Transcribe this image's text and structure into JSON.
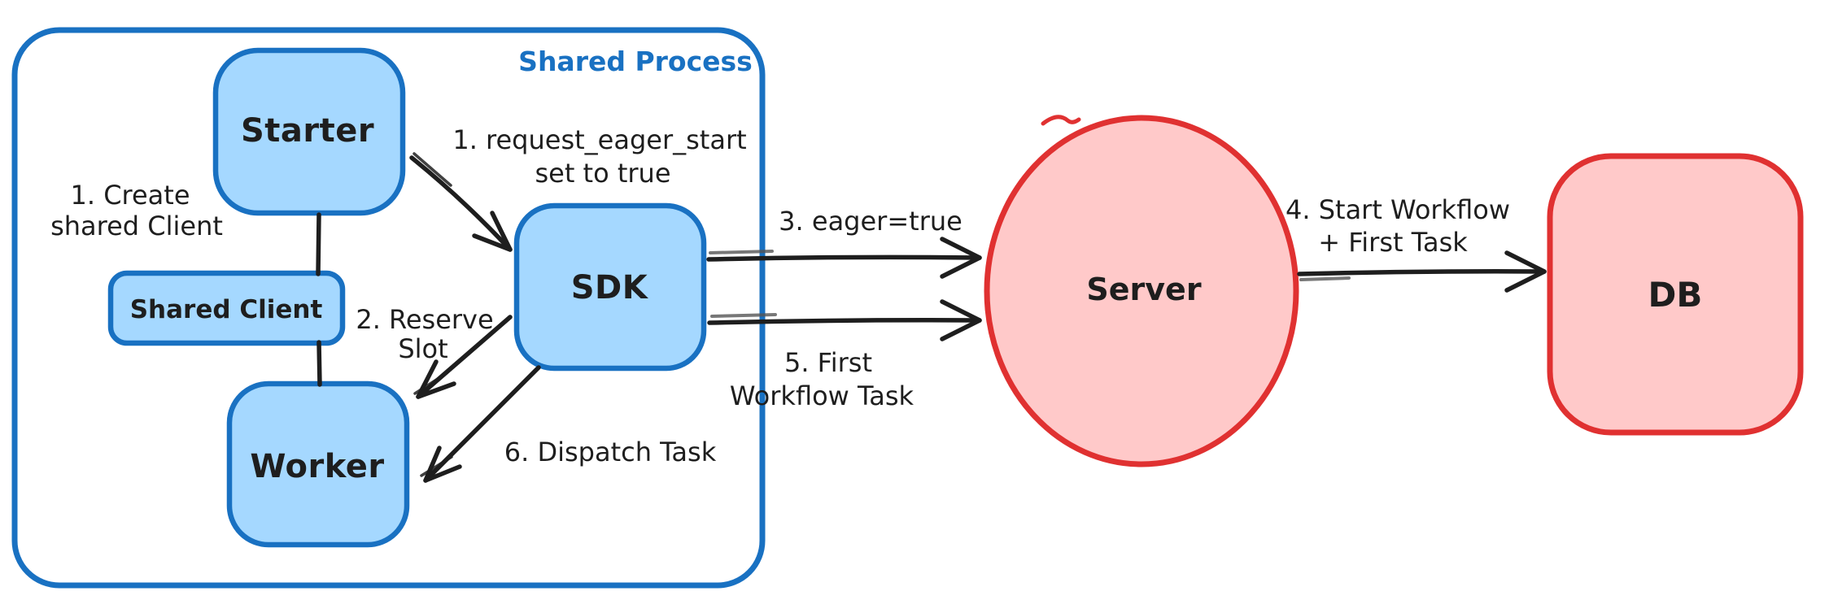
{
  "diagram": {
    "container_label": "Shared Process",
    "nodes": {
      "starter": "Starter",
      "shared_client": "Shared Client",
      "worker": "Worker",
      "sdk": "SDK",
      "server": "Server",
      "db": "DB"
    },
    "annotations": {
      "step1_create_line1": "1. Create",
      "step1_create_line2": "shared Client",
      "step1_request_line1": "1. request_eager_start",
      "step1_request_line2": "set to true",
      "step2_line1": "2. Reserve",
      "step2_line2": "Slot",
      "step3": "3. eager=true",
      "step4_line1": "4. Start Workflow",
      "step4_line2": "+ First Task",
      "step5_line1": "5. First",
      "step5_line2": "Workflow Task",
      "step6": "6. Dispatch Task"
    },
    "colors": {
      "blue_stroke": "#1971c2",
      "blue_fill": "#a5d8ff",
      "red_stroke": "#e03131",
      "red_fill": "#ffc9c9",
      "text": "#1e1e1e",
      "background": "#ffffff"
    }
  }
}
